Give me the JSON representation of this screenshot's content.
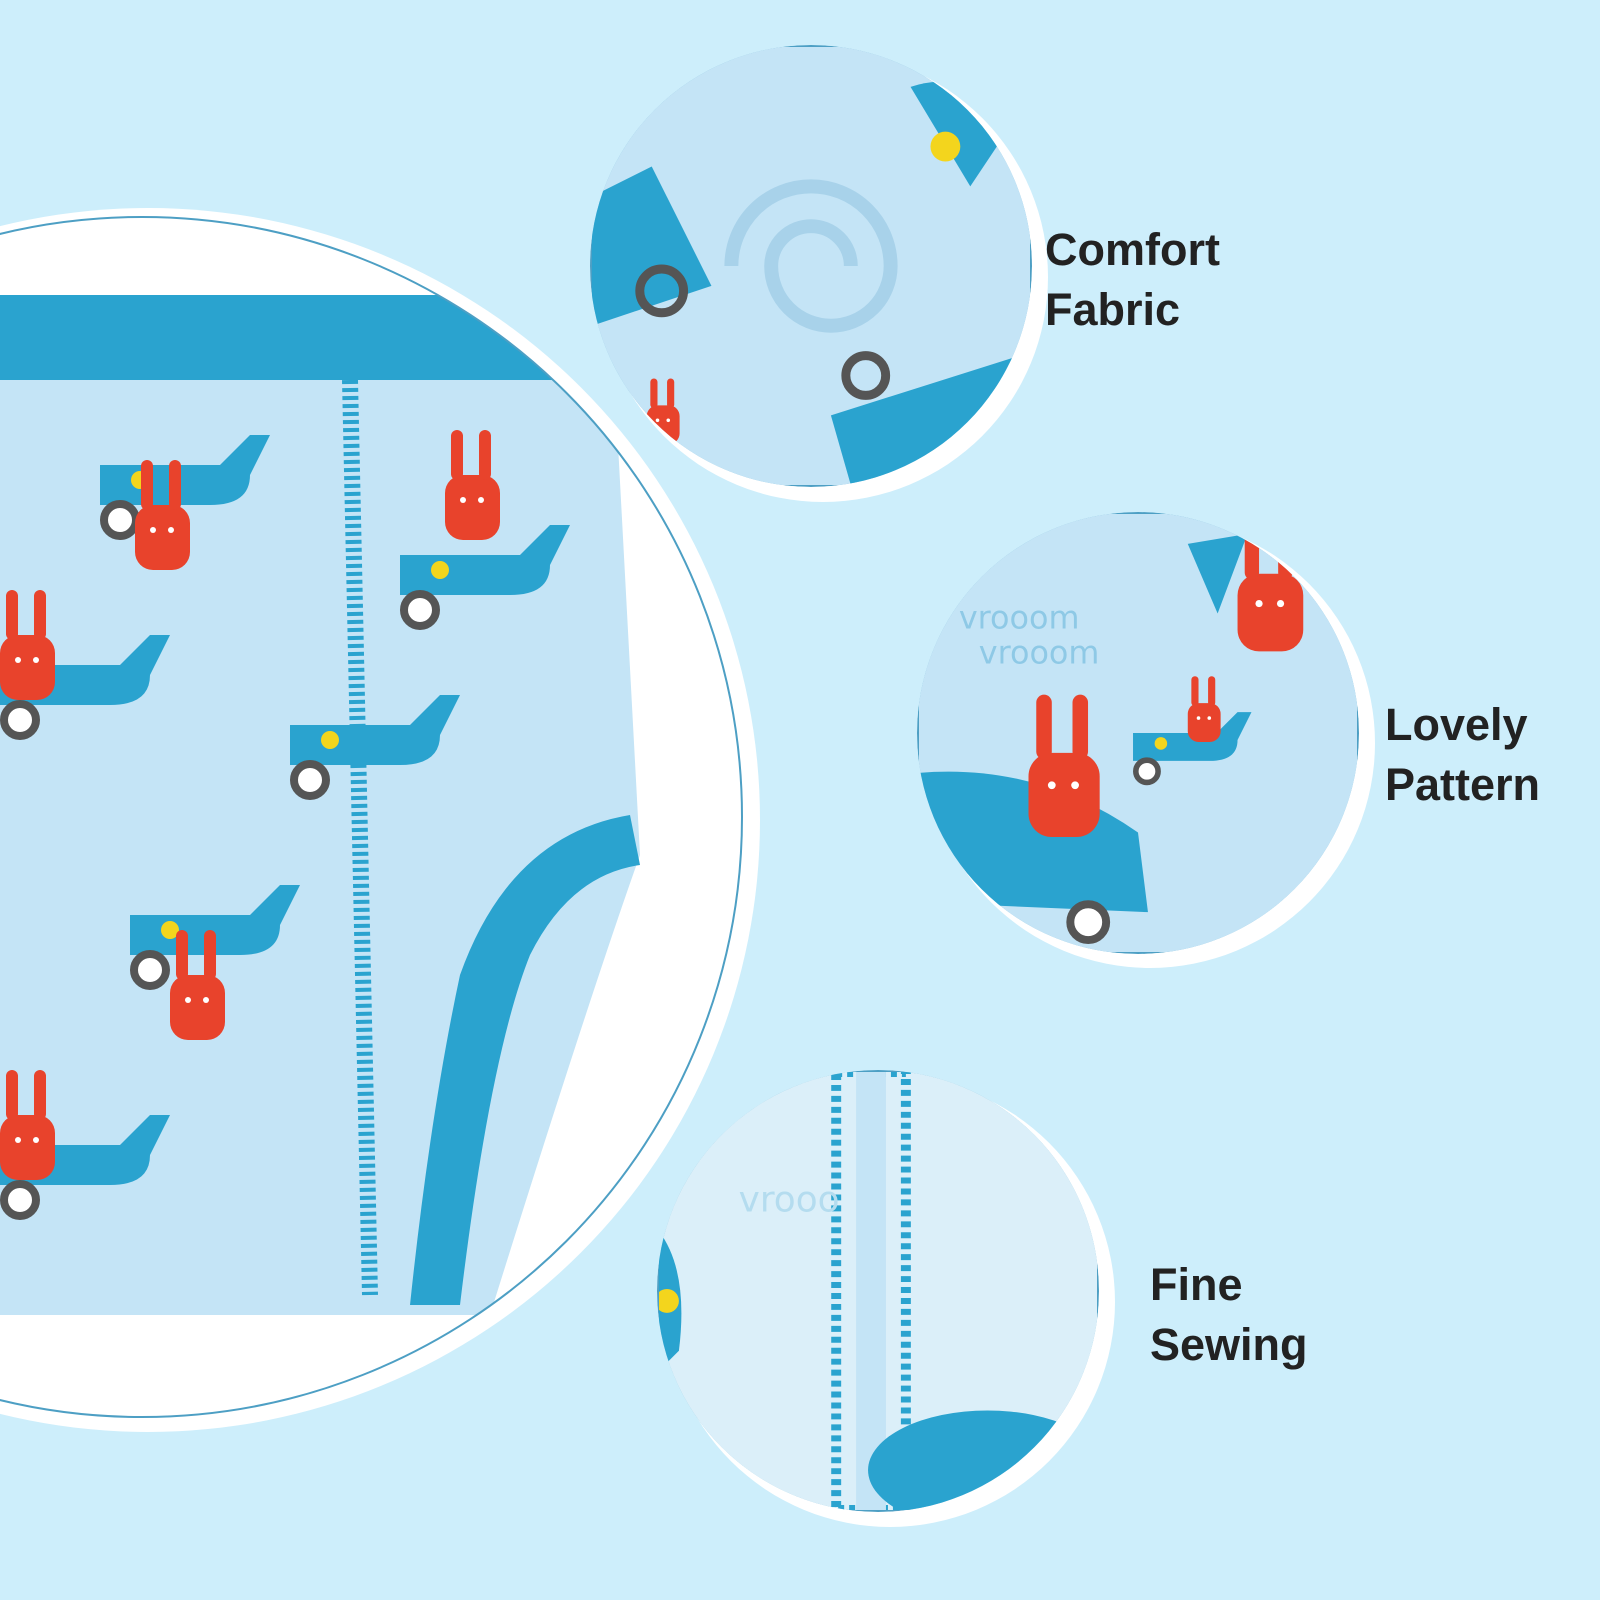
{
  "features": [
    {
      "line1": "Comfort",
      "line2": "Fabric"
    },
    {
      "line1": "Lovely",
      "line2": "Pattern"
    },
    {
      "line1": "Fine",
      "line2": "Sewing"
    }
  ],
  "colors": {
    "background": "#cdeefb",
    "fabric": "#c4e4f6",
    "trim": "#2aa3cf",
    "bunny": "#e8432c",
    "text": "#222222"
  }
}
